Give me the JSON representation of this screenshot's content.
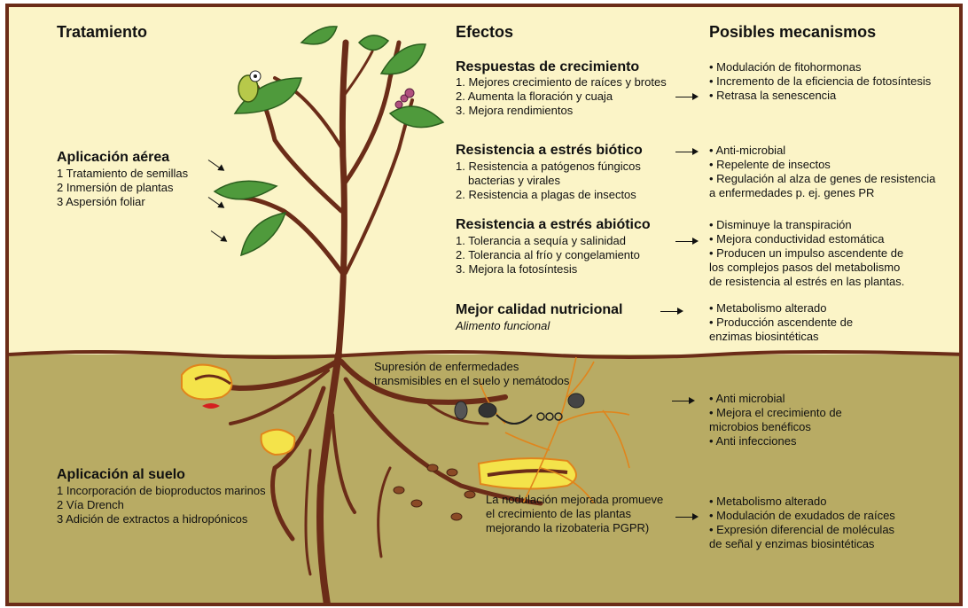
{
  "headers": {
    "treatment": "Tratamiento",
    "effects": "Efectos",
    "mechanisms": "Posibles mecanismos"
  },
  "aerial": {
    "title": "Aplicación aérea",
    "items": [
      "1 Tratamiento de semillas",
      "2 Inmersión de plantas",
      "3 Aspersión foliar"
    ]
  },
  "soil_app": {
    "title": "Aplicación al suelo",
    "items": [
      "1 Incorporación de bioproductos marinos",
      "2 Vía Drench",
      "3 Adición de extractos a hidropónicos"
    ]
  },
  "effects": {
    "growth": {
      "title": "Respuestas de crecimiento",
      "items": [
        "1. Mejores crecimiento de raíces y brotes",
        "2. Aumenta la floración y cuaja",
        "3. Mejora rendimientos"
      ]
    },
    "biotic": {
      "title": "Resistencia a estrés biótico",
      "items": [
        "1. Resistencia a patógenos fúngicos",
        "bacterias y virales",
        "2. Resistencia a plagas de insectos"
      ]
    },
    "abiotic": {
      "title": "Resistencia a estrés abiótico",
      "items": [
        "1. Tolerancia a sequía y salinidad",
        "2. Tolerancia al frío y congelamiento",
        "3. Mejora la fotosíntesis"
      ]
    },
    "nutrition": {
      "title": "Mejor calidad nutricional",
      "subtitle": "Alimento funcional"
    },
    "soil_disease": [
      "Supresión de enfermedades",
      "transmisibles en el suelo y nemátodos"
    ],
    "nodulation": [
      "La nodulación mejorada promueve",
      "el crecimiento de las plantas",
      "mejorando la rizobateria PGPR)"
    ]
  },
  "mechanisms": {
    "growth": [
      "• Modulación de fitohormonas",
      "• Incremento de la eficiencia de fotosíntesis",
      "• Retrasa la senescencia"
    ],
    "biotic": [
      "• Anti-microbial",
      "• Repelente de insectos",
      "• Regulación al alza de genes de resistencia",
      "  a enfermedades p. ej. genes PR"
    ],
    "abiotic": [
      "• Disminuye la transpiración",
      "• Mejora conductividad estomática",
      "• Producen un impulso ascendente de",
      "  los complejos pasos del metabolismo",
      "  de resistencia al estrés en las plantas."
    ],
    "nutrition": [
      "• Metabolismo alterado",
      "• Producción ascendente de",
      "  enzimas biosintéticas"
    ],
    "soil_disease": [
      "• Anti microbial",
      "• Mejora el crecimiento de",
      "  microbios benéficos",
      "• Anti infecciones"
    ],
    "nodulation": [
      "• Metabolismo alterado",
      "• Modulación de exudados de raíces",
      "• Expresión diferencial de moléculas",
      "  de señal y enzimas biosintéticas"
    ]
  },
  "colors": {
    "sky": "#fbf4c7",
    "soil": "#b8ab64",
    "stem": "#6b2c18",
    "leaf": "#4f9a3c",
    "fungus": "#f4e34a"
  }
}
